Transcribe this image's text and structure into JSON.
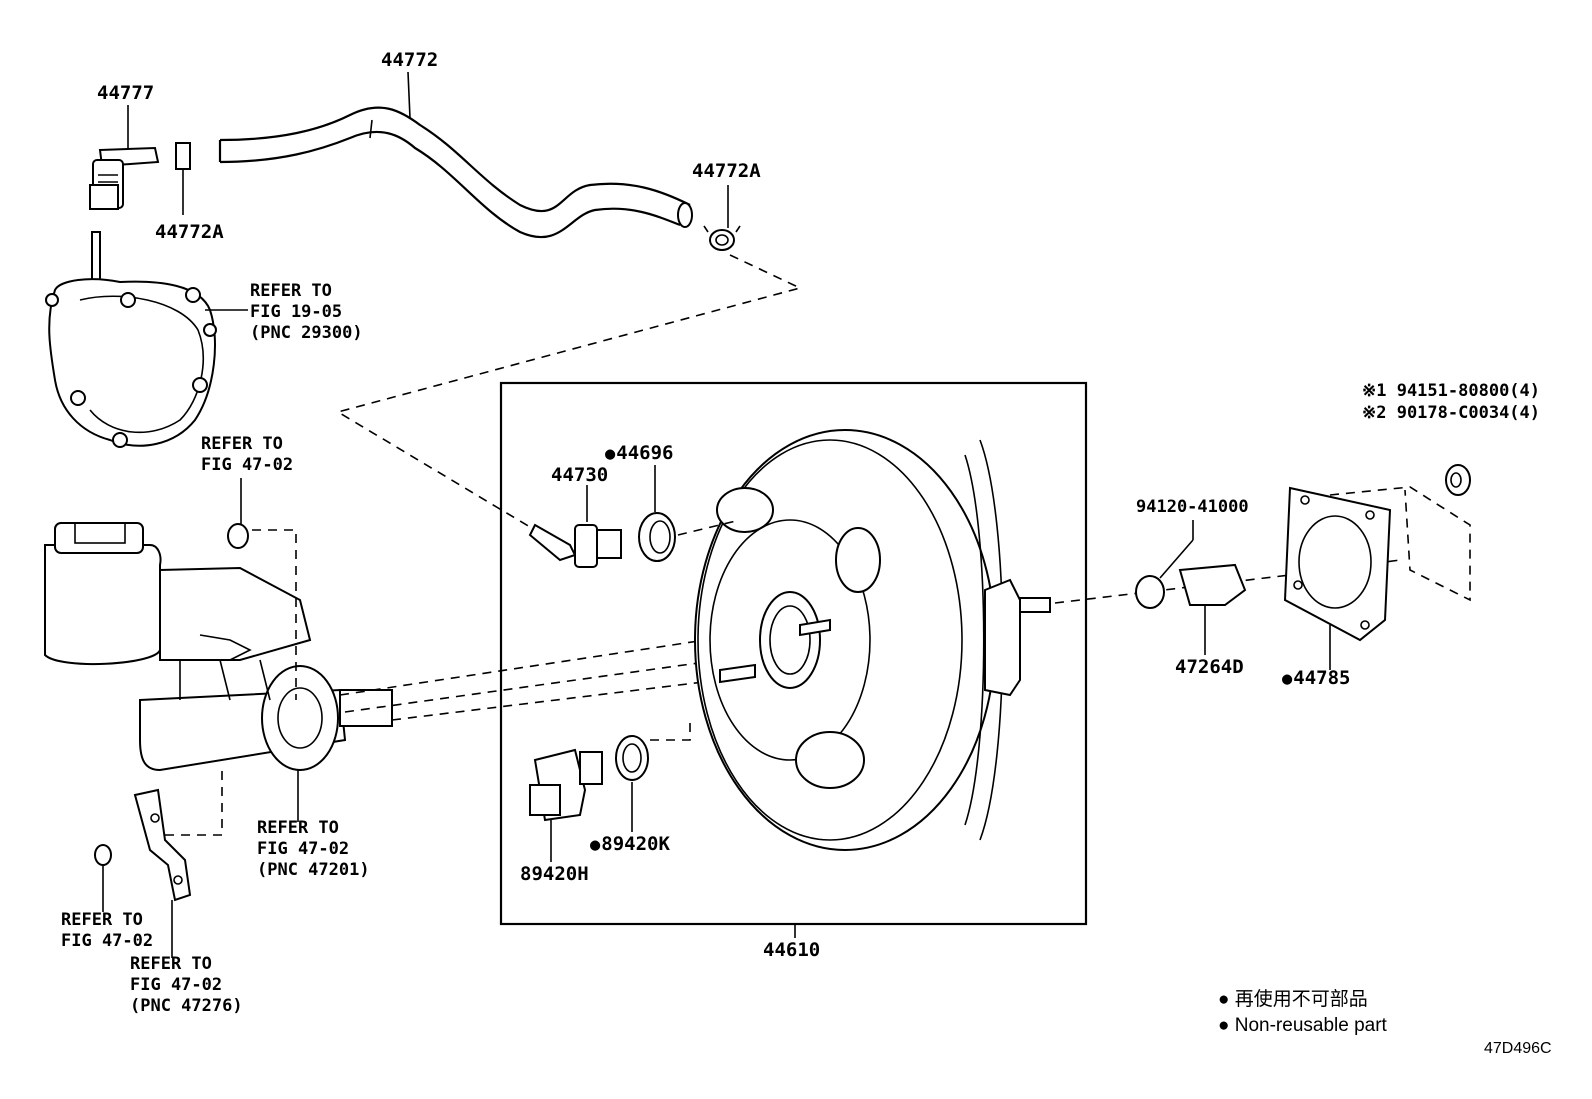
{
  "parts": {
    "p44772": "44772",
    "p44777": "44777",
    "p44772a_left": "44772A",
    "p44772a_right": "44772A",
    "p44696": "44696",
    "p44730": "44730",
    "p94120": "94120-41000",
    "p47264d": "47264D",
    "p44785": "44785",
    "p89420k": "89420K",
    "p89420h": "89420H",
    "p44610": "44610",
    "bolt1": "※1 94151-80800(4)",
    "bolt2": "※2 90178-C0034(4)"
  },
  "refs": {
    "pump_l1": "REFER TO",
    "pump_l2": "FIG 19-05",
    "pump_l3": "(PNC 29300)",
    "res_l1": "REFER TO",
    "res_l2": "FIG 47-02",
    "mc_l1": "REFER TO",
    "mc_l2": "FIG 47-02",
    "mc_l3": "(PNC 47201)",
    "grom_l1": "REFER TO",
    "grom_l2": "FIG 47-02",
    "brk_l1": "REFER TO",
    "brk_l2": "FIG 47-02",
    "brk_l3": "(PNC 47276)"
  },
  "legend": {
    "line_jp": "● 再使用不可部品",
    "line_en": "● Non-reusable part"
  },
  "figure_code": "47D496C"
}
